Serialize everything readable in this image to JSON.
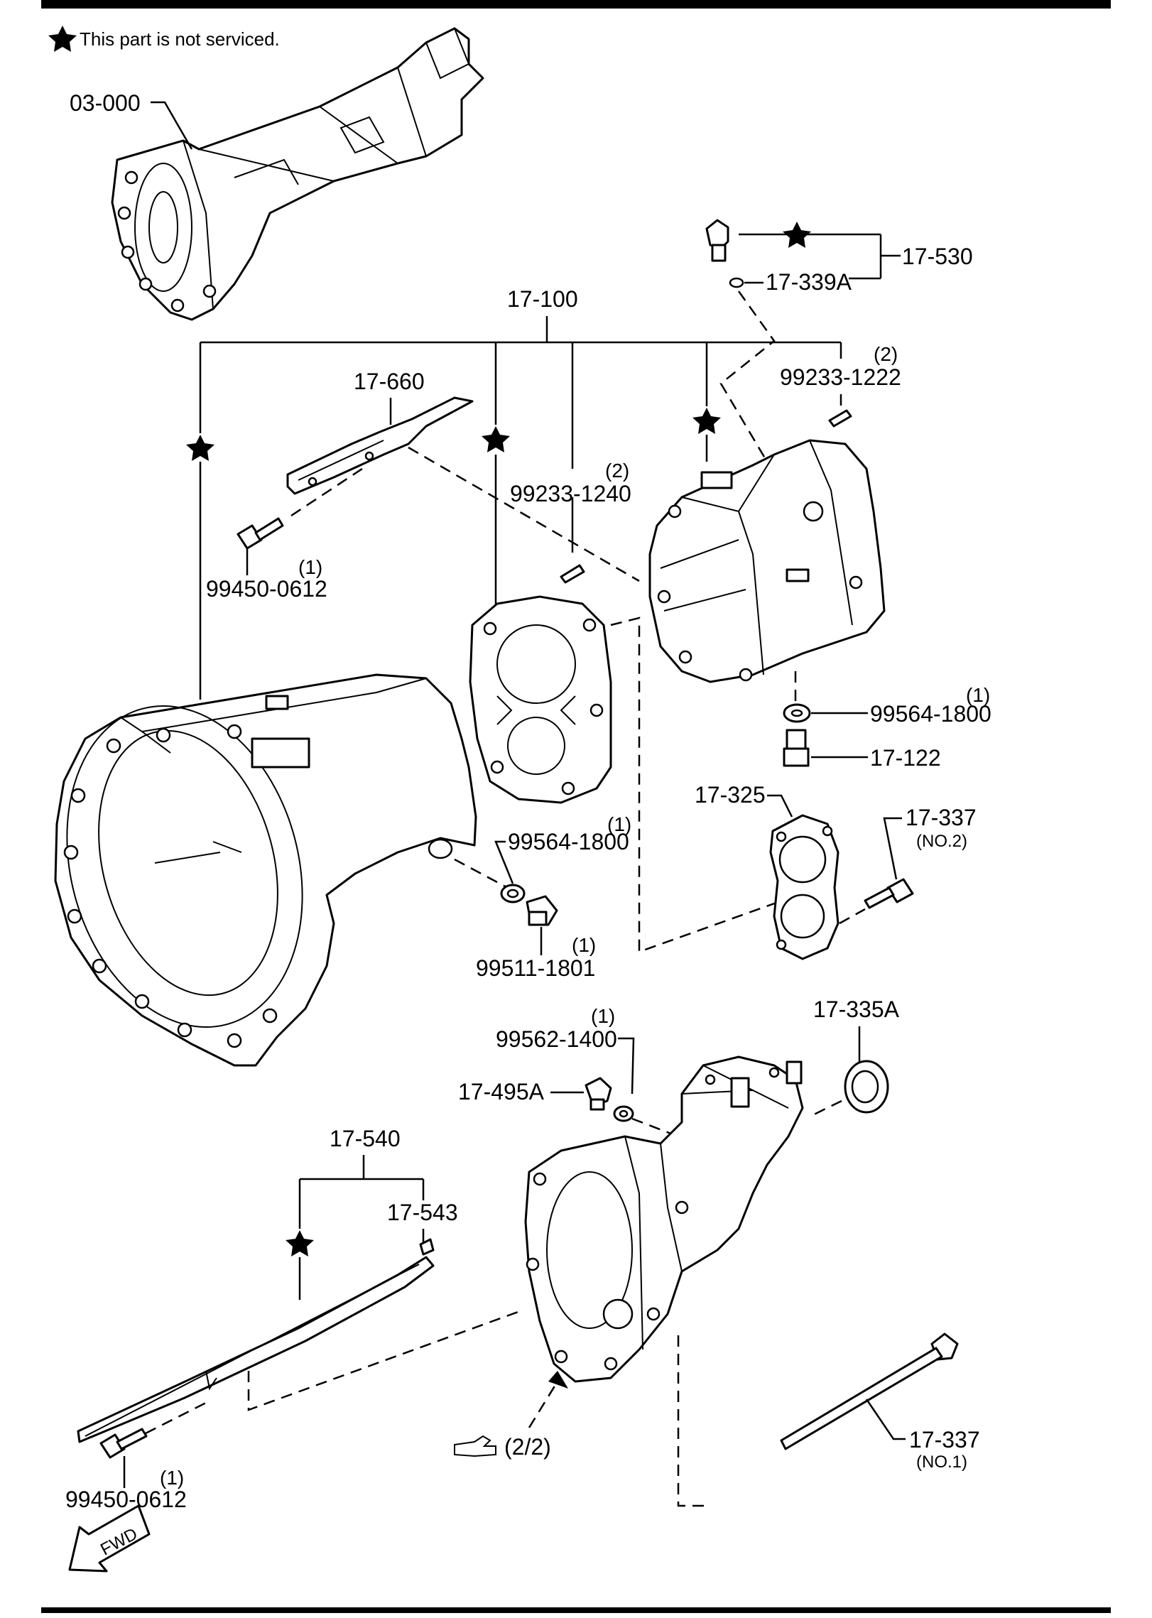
{
  "legend": {
    "note": "This part is not serviced."
  },
  "parts": {
    "transmission_assembly": "03-000",
    "case_kit": "17-100",
    "pin_front": {
      "number": "99233-1240",
      "qty": "(2)"
    },
    "pin_rear": {
      "number": "99233-1222",
      "qty": "(2)"
    },
    "switch_kit": "17-530",
    "switch_gasket": "17-339A",
    "bracket": "17-660",
    "bracket_bolt": {
      "number": "99450-0612",
      "qty": "(1)"
    },
    "washer_a": {
      "number": "99564-1800",
      "qty": "(1)"
    },
    "plug_a": "17-122",
    "gasket": "17-325",
    "bolt_no2": {
      "number": "17-337",
      "sub": "(NO.2)"
    },
    "washer_b": {
      "number": "99564-1800",
      "qty": "(1)"
    },
    "plug_b": {
      "number": "99511-1801",
      "qty": "(1)"
    },
    "washer_c": {
      "number": "99562-1400",
      "qty": "(1)"
    },
    "plug_c": "17-495A",
    "oil_seal": "17-335A",
    "bracket_kit": "17-540",
    "clip": "17-543",
    "lower_bolt": {
      "number": "99450-0612",
      "qty": "(1)"
    },
    "bolt_no1": {
      "number": "17-337",
      "sub": "(NO.1)"
    }
  },
  "reference": {
    "text": "(2/2)"
  },
  "fwd": {
    "text": "FWD"
  }
}
